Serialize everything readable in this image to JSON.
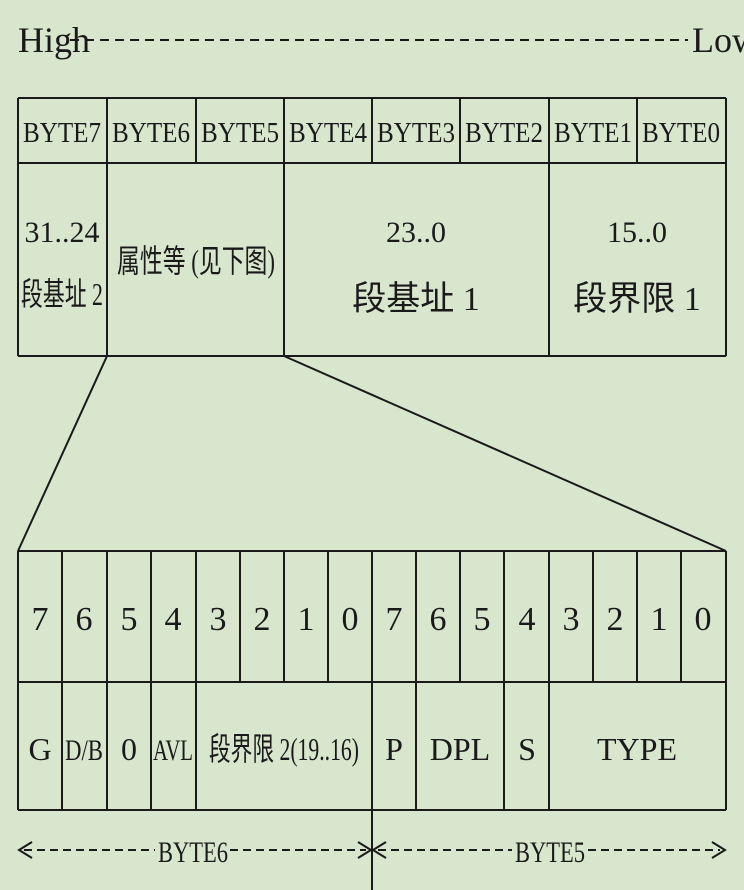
{
  "header": {
    "high_label": "High",
    "low_label": "Low"
  },
  "top_table": {
    "bytes": [
      "BYTE7",
      "BYTE6",
      "BYTE5",
      "BYTE4",
      "BYTE3",
      "BYTE2",
      "BYTE1",
      "BYTE0"
    ],
    "fields": [
      {
        "range": "31..24",
        "name": "段基址 2"
      },
      {
        "range": "",
        "name": "属性等 (见下图)"
      },
      {
        "range": "23..0",
        "name": "段基址 1"
      },
      {
        "range": "15..0",
        "name": "段界限 1"
      }
    ]
  },
  "bottom_table": {
    "bits": [
      "7",
      "6",
      "5",
      "4",
      "3",
      "2",
      "1",
      "0",
      "7",
      "6",
      "5",
      "4",
      "3",
      "2",
      "1",
      "0"
    ],
    "fields": [
      "G",
      "D/B",
      "0",
      "AVL",
      "段界限 2(19..16)",
      "P",
      "DPL",
      "S",
      "TYPE"
    ]
  },
  "bottom_labels": {
    "left": "BYTE6",
    "right": "BYTE5"
  },
  "colors": {
    "background": "#d7e6cd",
    "line": "#1a1a1a"
  }
}
